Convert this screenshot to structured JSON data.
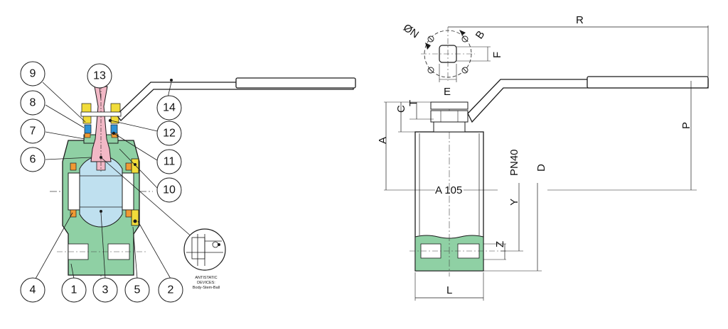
{
  "colors": {
    "body_green": "#8fd0a4",
    "ball_blue": "#bfe0ef",
    "stem_pink": "#f2b8c6",
    "seat_orange": "#f19a33",
    "nut_yellow": "#f1dc3a",
    "seal_blue": "#2f93d6",
    "line": "#1b1b1b"
  },
  "callouts": [
    "1",
    "2",
    "3",
    "4",
    "5",
    "6",
    "7",
    "8",
    "9",
    "10",
    "11",
    "12",
    "13",
    "14"
  ],
  "inset_note": [
    "ANTISTATIC",
    "DEVICES:",
    "Body-Stem-Ball"
  ],
  "dimensions": {
    "R": "R",
    "N": "ØN",
    "B": "B",
    "F": "F",
    "E": "E",
    "C": "C",
    "T": "T",
    "A": "A",
    "P": "P",
    "D": "D",
    "PN40": "PN40",
    "Y": "Y",
    "A105": "A 105",
    "Z": "Z",
    "L": "L"
  }
}
